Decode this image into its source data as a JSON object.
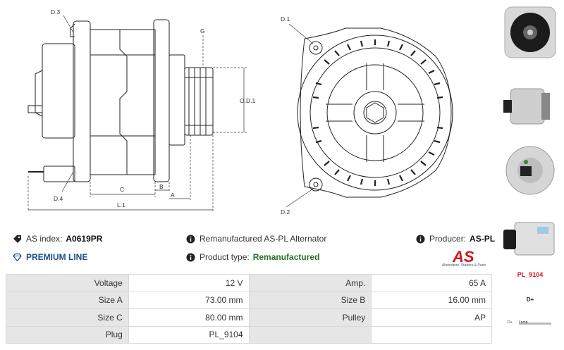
{
  "drawing_labels": {
    "d3": "D.3",
    "g": "G",
    "od1": "O.D.1",
    "c": "C",
    "b": "B",
    "a": "A",
    "l1": "L.1",
    "d4": "D.4",
    "d1": "D.1",
    "d2": "D.2"
  },
  "info": {
    "as_index_label": "AS index:",
    "as_index_value": "A0619PR",
    "description": "Remanufactured AS-PL Alternator",
    "producer_label": "Producer:",
    "producer_value": "AS-PL",
    "premium_line": "PREMIUM LINE",
    "product_type_label": "Product type:",
    "product_type_value": "Remanufactured"
  },
  "logo": {
    "text": "AS",
    "tagline": "Alternators, Starters & Parts",
    "color": "#d7141f"
  },
  "specs": [
    {
      "k1": "Voltage",
      "v1": "12 V",
      "k2": "Amp.",
      "v2": "65 A"
    },
    {
      "k1": "Size A",
      "v1": "73.00 mm",
      "k2": "Size B",
      "v2": "16.00 mm"
    },
    {
      "k1": "Size C",
      "v1": "80.00 mm",
      "k2": "Pulley",
      "v2": "AP"
    },
    {
      "k1": "Plug",
      "v1": "PL_9104",
      "k2": "",
      "v2": ""
    }
  ],
  "side": {
    "plug_code": "PL_9104",
    "terminal": "D+",
    "conn_pin": "D+",
    "conn_label": "Lamp"
  },
  "colors": {
    "premium_blue": "#1d4f8c",
    "green": "#2a6e2a",
    "red": "#d7141f"
  }
}
